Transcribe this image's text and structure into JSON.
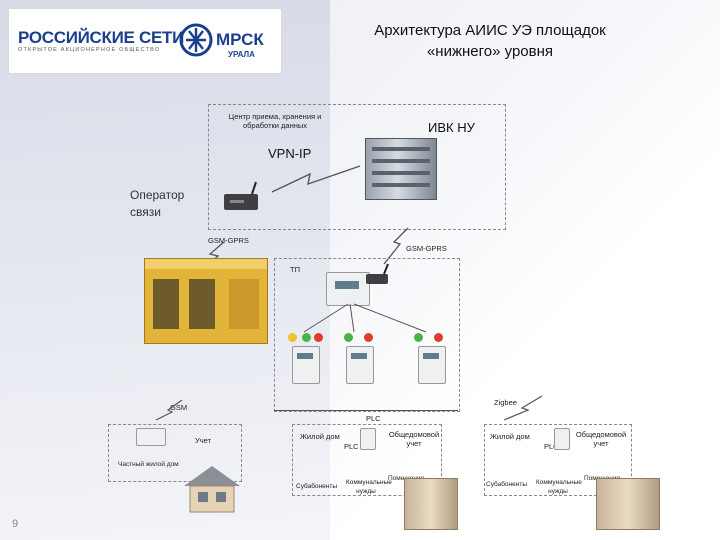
{
  "header": {
    "logo_text": "РОССИЙСКИЕ СЕТИ",
    "logo_sub": "ОТКРЫТОЕ АКЦИОНЕРНОЕ ОБЩЕСТВО",
    "mrsk_text": "МРСК",
    "mrsk_sub": "УРАЛА",
    "title_line1": "Архитектура АИИС УЭ площадок",
    "title_line2": "«нижнего» уровня"
  },
  "diagram": {
    "center_label": "Центр приема, хранения и обработки данных",
    "ivk_label": "ИВК НУ",
    "vpn_label": "VPN-IP",
    "operator_label_line1": "Оператор",
    "operator_label_line2": "связи",
    "gsm_gprs_left": "GSM-GPRS",
    "gsm_gprs_right": "GSM-GPRS",
    "tp_label": "ТП",
    "gsm_label": "GSM",
    "plc_center": "PLC",
    "zigbee_label": "Zigbee",
    "left_block": {
      "meter_label": "Учет",
      "house_label": "Частный жилой дом"
    },
    "middle_block": {
      "house_label": "Жилой дом",
      "plc_label": "PLC",
      "common_label": "Общедомовой учет",
      "subscribers": "Субабоненты",
      "communal": "Коммунальные нужды",
      "extra": "Помещения"
    },
    "right_block": {
      "house_label": "Жилой дом",
      "plc_label": "PLC",
      "common_label": "Общедомовой учет",
      "subscribers": "Субабоненты",
      "communal": "Коммунальные нужды",
      "extra": "Помещения"
    },
    "page_number": "9"
  },
  "colors": {
    "brand_blue": "#1a3f8f",
    "ind_red": "#e23b2e",
    "ind_green": "#4bb346",
    "ind_yellow": "#f2c12e",
    "substation": "#e2b43a"
  },
  "icons": [
    "gsm-modem-icon",
    "server-rack-icon",
    "lightning-link-icon",
    "substation-icon",
    "meter-icon",
    "house-icon",
    "apartment-building-icon"
  ]
}
